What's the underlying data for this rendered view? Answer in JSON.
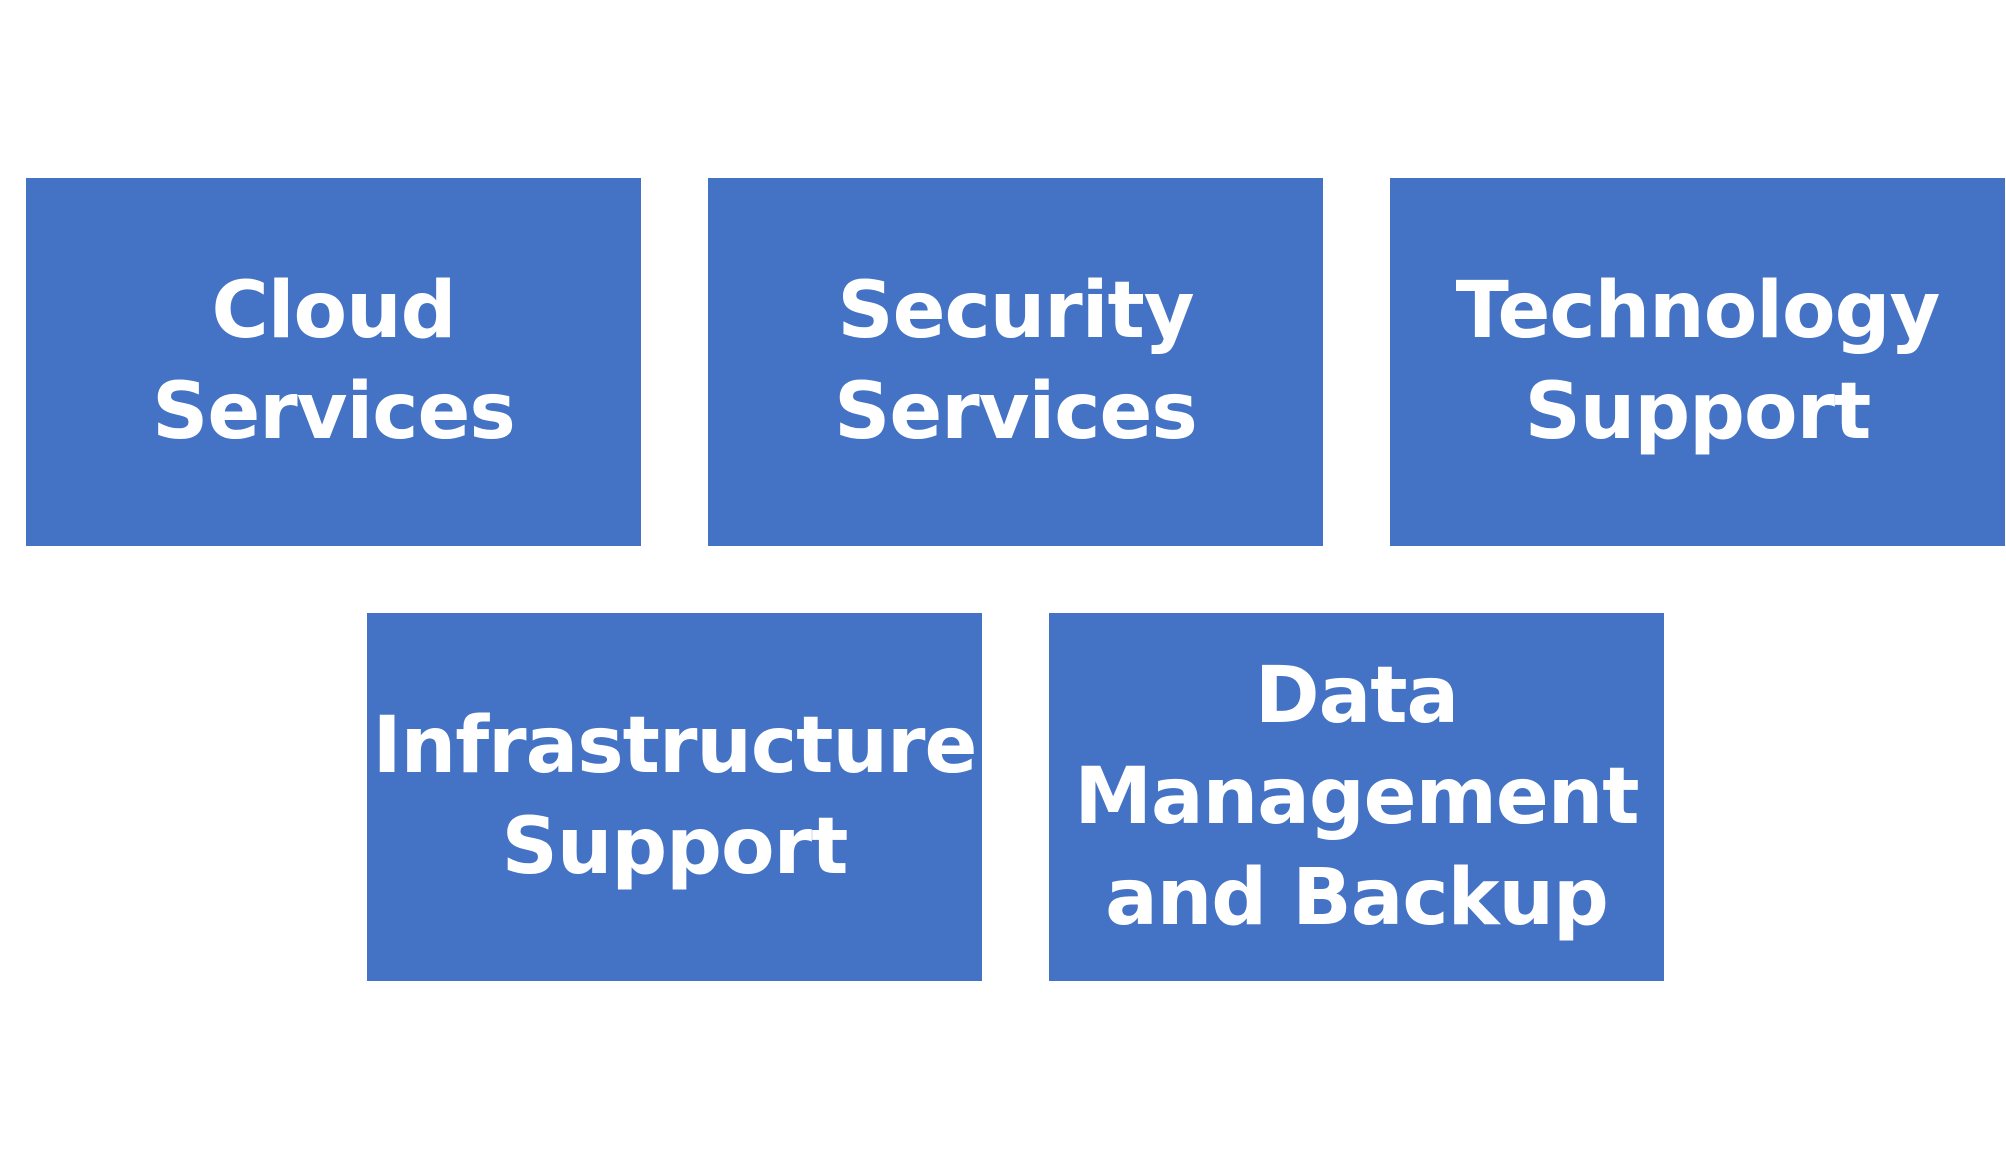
{
  "colors": {
    "tile_fill": "#4472C4",
    "tile_text": "#FFFFFF",
    "background": "#FFFFFF"
  },
  "tiles": [
    {
      "line1": "Cloud Services",
      "line2": "",
      "line3": ""
    },
    {
      "line1": "Security",
      "line2": "Services",
      "line3": ""
    },
    {
      "line1": "Technology",
      "line2": "Support",
      "line3": ""
    },
    {
      "line1": "Infrastructure",
      "line2": "Support",
      "line3": ""
    },
    {
      "line1": "Data",
      "line2": "Management",
      "line3": "and Backup"
    }
  ]
}
